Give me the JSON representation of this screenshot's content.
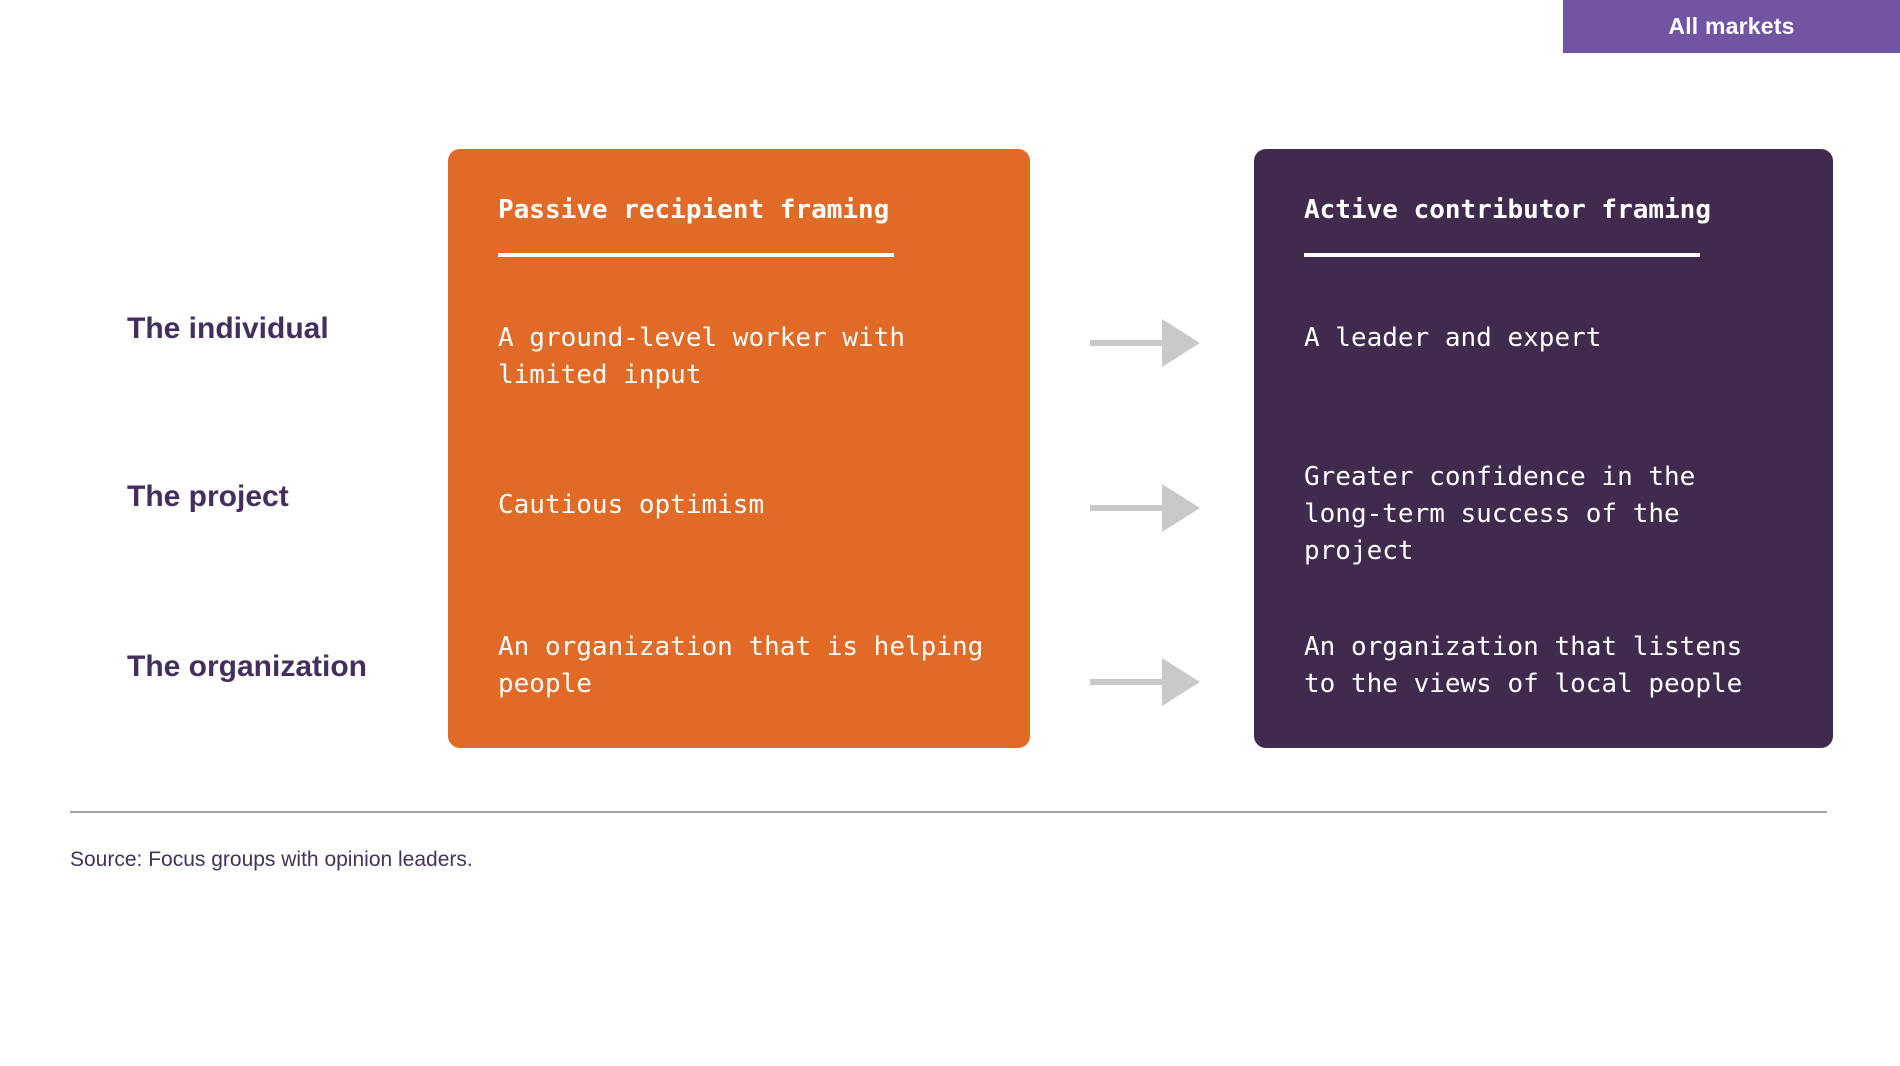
{
  "badge": {
    "label": "All markets",
    "bg_color": "#7155A4"
  },
  "columns": {
    "passive": {
      "title": "Passive recipient framing",
      "bg_color": "#E06A26"
    },
    "active": {
      "title": "Active contributor framing",
      "bg_color": "#402B4F"
    }
  },
  "rows": [
    {
      "label": "The individual",
      "passive": "A ground-level worker with\nlimited input",
      "active": "A leader and expert"
    },
    {
      "label": "The project",
      "passive": "Cautious optimism",
      "active": "Greater confidence in the\nlong-term success of the\nproject"
    },
    {
      "label": "The organization",
      "passive": "An organization that is helping\npeople",
      "active": "An organization that listens\nto the views of local people"
    }
  ],
  "icons": {
    "arrow": "right-arrow",
    "arrow_color": "#C9C9C9"
  },
  "footer": {
    "source": "Source: Focus groups with opinion leaders.",
    "divider_color": "#A5A3A8"
  },
  "colors": {
    "label_text": "#442E5E",
    "box_text": "#FFFFFF",
    "source_text": "#43335B",
    "background": "#FFFFFF"
  }
}
